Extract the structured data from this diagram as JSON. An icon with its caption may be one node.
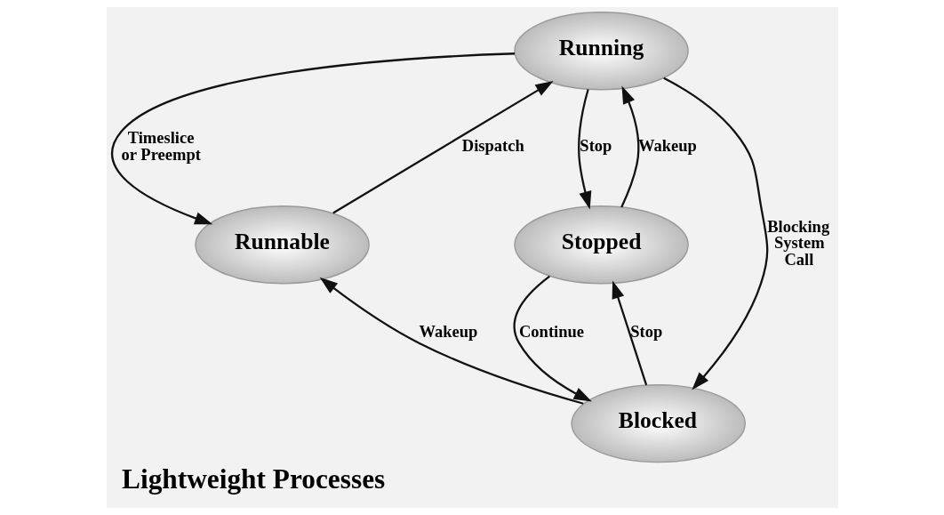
{
  "diagram": {
    "title": "Lightweight Processes",
    "nodes": [
      {
        "text": [
          "Running"
        ]
      },
      {
        "text": [
          "Runnable"
        ]
      },
      {
        "text": [
          "Stopped"
        ]
      },
      {
        "text": [
          "Blocked"
        ]
      }
    ],
    "edges": [
      {
        "from": 0,
        "to": 1,
        "arrow": "to",
        "label": "Timeslice or Preempt"
      },
      {
        "from": 1,
        "to": 0,
        "arrow": "to",
        "label": "Dispatch"
      },
      {
        "from": 0,
        "to": 2,
        "arrow": "to",
        "label": "Stop"
      },
      {
        "from": 2,
        "to": 0,
        "arrow": "to",
        "label": "Wakeup"
      },
      {
        "from": 0,
        "to": 3,
        "arrow": "to",
        "label": "Blocking System Call"
      },
      {
        "from": 3,
        "to": 1,
        "arrow": "to",
        "label": "Wakeup"
      },
      {
        "from": 2,
        "to": 3,
        "arrow": "to",
        "label": "Continue"
      },
      {
        "from": 3,
        "to": 2,
        "arrow": "to",
        "label": "Stop"
      }
    ]
  }
}
